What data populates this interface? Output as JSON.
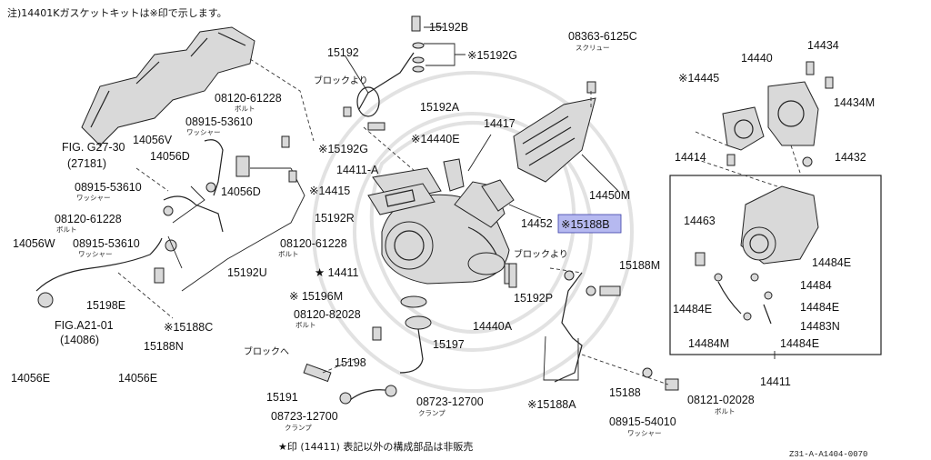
{
  "diagram": {
    "header_note": "注)14401Kガスケットキットは※印で示します。",
    "footer_note": "★印 (14411) 表記以外の構成部品は非販売",
    "drawing_code": "Z31-A-A1404-0070",
    "highlight_color": "#b6b9f0",
    "labels": {
      "p15192B": "15192B",
      "p08363": "08363-6125C",
      "screw1": "スクリュー",
      "p14434": "14434",
      "p15192": "15192",
      "p15192G": "※15192G",
      "p14440": "14440",
      "p14445": "※14445",
      "p14434M": "14434M",
      "blockyori1": "ブロックより",
      "p08120a": "08120-61228",
      "bolt1": "ボルト",
      "p15192A": "15192A",
      "p14417": "14417",
      "p08915a": "08915-53610",
      "washer1": "ワッシャー",
      "p14440E": "※14440E",
      "p14056V": "14056V",
      "fig27": "FIG. G27-30",
      "fig27b": "(27181)",
      "p15192G2": "※15192G",
      "p14056D": "14056D",
      "p14411A": "14411-A",
      "p14414": "14414",
      "p14432": "14432",
      "p08915b": "08915-53610",
      "washer2": "ワッシャー",
      "p14056D2": "14056D",
      "p14415": "※14415",
      "p14450M": "14450M",
      "p15192R": "15192R",
      "p08120b": "08120-61228",
      "bolt2": "ボルト",
      "p14452": "14452",
      "p15188B": "※15188B",
      "p14463": "14463",
      "p14056W": "14056W",
      "p08915c": "08915-53610",
      "washer3": "ワッシャー",
      "p08120c": "08120-61228",
      "bolt3": "ボルト",
      "blockyori2": "ブロックより",
      "p15192U": "15192U",
      "p14411": "★ 14411",
      "p15188M": "15188M",
      "p14484E1": "14484E",
      "p15198E": "15198E",
      "p15196M": "※ 15196M",
      "p15192P": "15192P",
      "p14484": "14484",
      "figA21": "FIG.A21-01",
      "figA21b": "(14086)",
      "p15188C": "※15188C",
      "p08120d": "08120-82028",
      "bolt4": "ボルト",
      "p14484E2": "14484E",
      "p14484E3": "14484E",
      "p14440A": "14440A",
      "p15188N": "15188N",
      "p15197": "15197",
      "p14483N": "14483N",
      "p14484M": "14484M",
      "p14484E4": "14484E",
      "blockhe": "ブロックへ",
      "p15198": "15198",
      "p14056E1": "14056E",
      "p14056E2": "14056E",
      "p14411b": "14411",
      "p15191": "15191",
      "p15188": "15188",
      "p08723a": "08723-12700",
      "clamp1": "クランプ",
      "p15188A": "※15188A",
      "p08121": "08121-02028",
      "bolt5": "ボルト",
      "p08723b": "08723-12700",
      "clamp2": "クランプ",
      "p08915d": "08915-54010",
      "washer4": "ワッシャー"
    }
  }
}
